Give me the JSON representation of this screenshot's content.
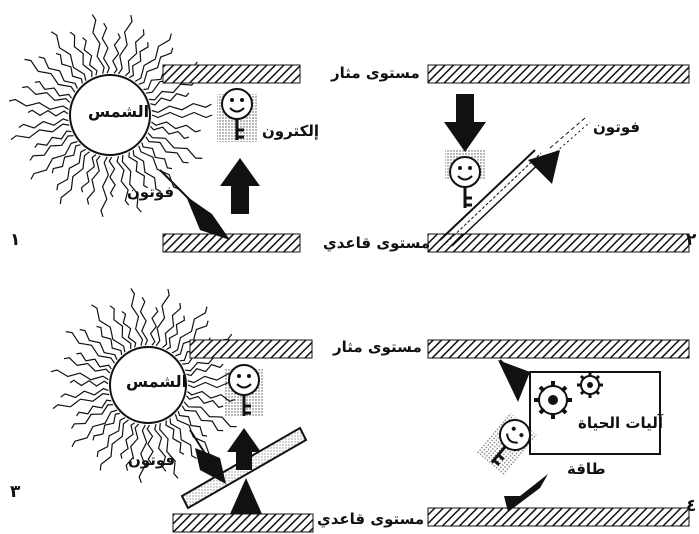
{
  "panels": [
    {
      "number": "١",
      "sun_label": "الشمس",
      "photon_label": "فوتون",
      "electron_label": "إلكترون",
      "excited_level_label": "مستوى مثار",
      "ground_level_label": "مستوى قاعدي"
    },
    {
      "number": "٢",
      "photon_label": "فوتون"
    },
    {
      "number": "٣",
      "sun_label": "الشمس",
      "photon_label": "فوتون",
      "excited_level_label": "مستوى مثار",
      "ground_level_label": "مستوى قاعدي"
    },
    {
      "number": "٤",
      "machinery_label": "آليات الحياة",
      "energy_label": "طاقة"
    }
  ],
  "colors": {
    "ink": "#111111",
    "paper": "#ffffff"
  }
}
